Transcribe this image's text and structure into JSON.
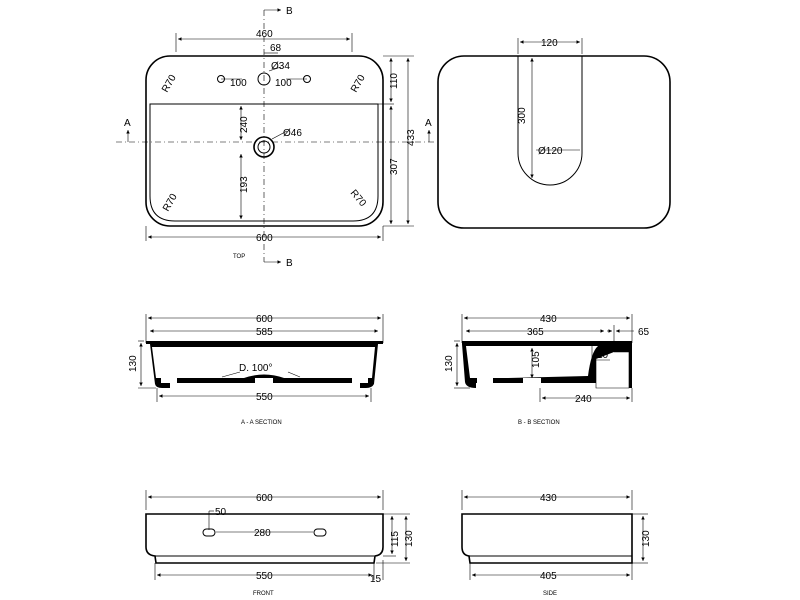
{
  "sections": {
    "top": "TOP",
    "aa_section": "A - A SECTION",
    "bb_section": "B - B SECTION",
    "front": "FRONT",
    "side": "SIDE"
  },
  "markers": {
    "a": "A",
    "b": "B"
  },
  "top_view": {
    "w460": "460",
    "w68": "68",
    "d34": "Ø34",
    "s100_left": "100",
    "s100_right": "100",
    "r70": "R70",
    "d46": "Ø46",
    "h240": "240",
    "h193": "193",
    "h110": "110",
    "h433": "433",
    "h307": "307",
    "w600": "600"
  },
  "back_view": {
    "w120": "120",
    "h300": "300",
    "d120": "Ø120"
  },
  "aa_view": {
    "w600": "600",
    "w585": "585",
    "h130": "130",
    "angle": "D. 100°",
    "w550": "550"
  },
  "bb_view": {
    "w430": "430",
    "w365": "365",
    "w65": "65",
    "w10": "10",
    "h130": "130",
    "h105": "105",
    "w240": "240"
  },
  "front_view": {
    "w600": "600",
    "w50": "50",
    "w280": "280",
    "h115": "115",
    "h130": "130",
    "w550": "550",
    "h15": "15"
  },
  "side_view": {
    "w430": "430",
    "h130": "130",
    "w405": "405"
  }
}
